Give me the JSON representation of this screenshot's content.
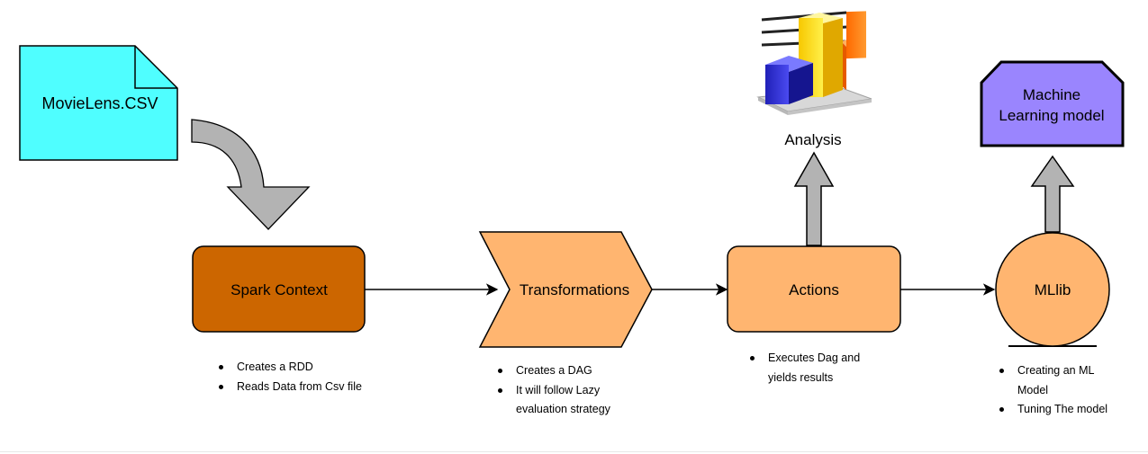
{
  "nodes": {
    "source_file": "MovieLens.CSV",
    "spark_context": "Spark Context",
    "transformations": "Transformations",
    "actions": "Actions",
    "mllib": "MLlib",
    "analysis": "Analysis",
    "ml_model_line1": "Machine",
    "ml_model_line2": "Learning model"
  },
  "notes": {
    "spark_context": [
      "Creates a RDD",
      "Reads Data from Csv file"
    ],
    "transformations": [
      "Creates a DAG",
      "It will follow Lazy",
      "evaluation strategy"
    ],
    "actions": [
      "Executes Dag and",
      "yields results"
    ],
    "mllib": [
      "Creating an ML",
      "Model",
      "Tuning The model"
    ]
  },
  "colors": {
    "file_fill": "#4ffeff",
    "spark_fill": "#cc6600",
    "light_orange": "#ffb570",
    "model_fill": "#9a85fe",
    "arrow_gray": "#b3b3b3"
  },
  "icons": {
    "analysis_graphic": "bar-chart-3d-icon"
  }
}
